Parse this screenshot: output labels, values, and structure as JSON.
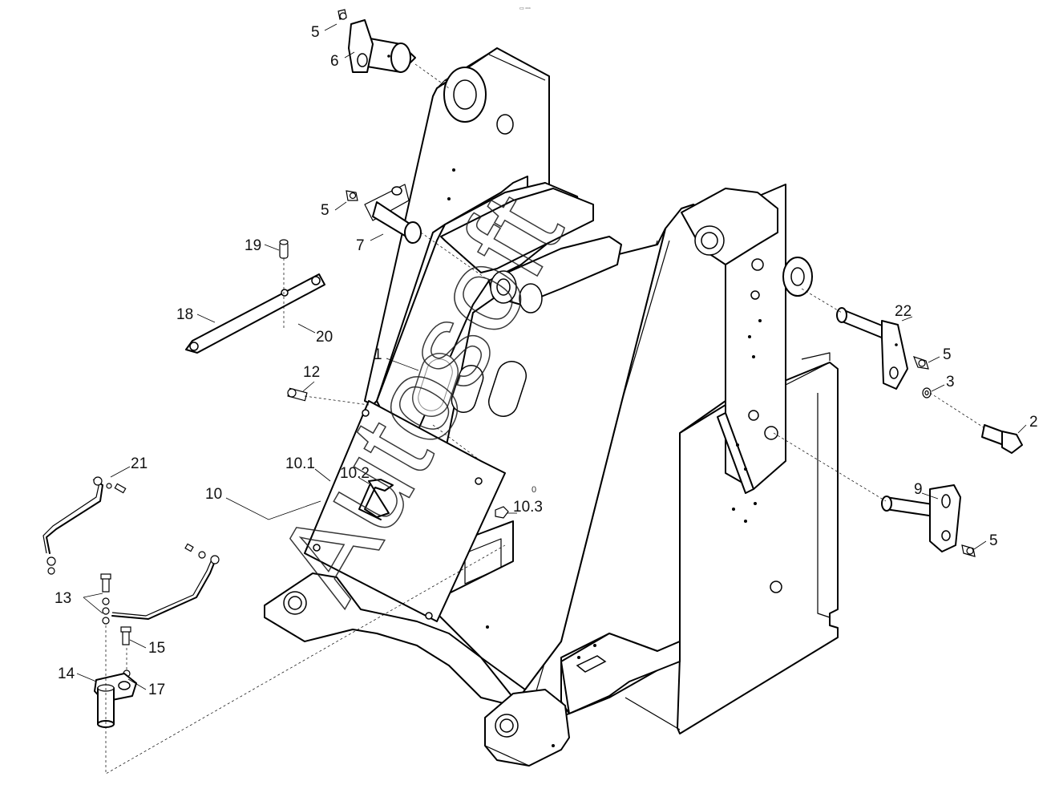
{
  "header": {
    "mark": "▭ ▫▫▫"
  },
  "watermark": "Autosoft",
  "callouts": {
    "c1": "1",
    "c2": "2",
    "c3": "3",
    "c5a": "5",
    "c5b": "5",
    "c5c": "5",
    "c5d": "5",
    "c6": "6",
    "c7": "7",
    "c9": "9",
    "c10": "10",
    "c10_1": "10.1",
    "c10_2": "10.2",
    "c10_3": "10.3",
    "c10_3_mark": "0",
    "c12": "12",
    "c13": "13",
    "c14": "14",
    "c15": "15",
    "c17": "17",
    "c18": "18",
    "c19": "19",
    "c20": "20",
    "c21": "21",
    "c22": "22"
  }
}
